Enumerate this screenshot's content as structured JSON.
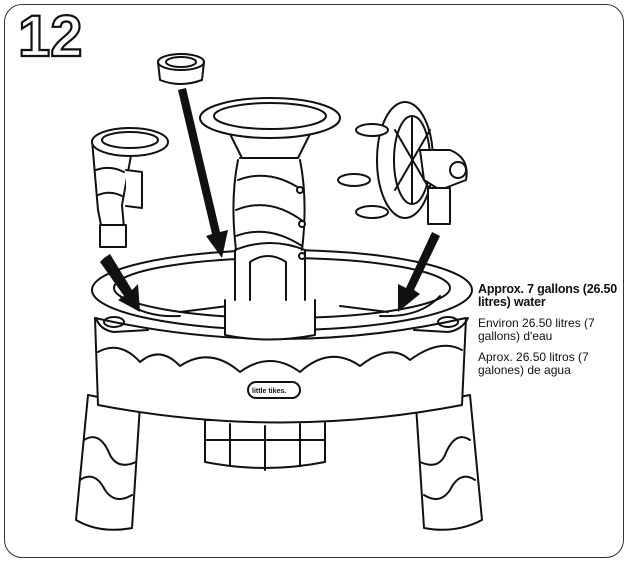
{
  "step": {
    "number": "12"
  },
  "capacity": {
    "english": "Approx. 7 gallons (26.50 litres) water",
    "french": "Environ 26.50 litres (7 gallons) d'eau",
    "spanish": "Aprox. 26.50 litros (7 galones) de agua"
  },
  "brand": {
    "logo": "little tikes."
  },
  "colors": {
    "stroke": "#111111",
    "background": "#ffffff"
  }
}
